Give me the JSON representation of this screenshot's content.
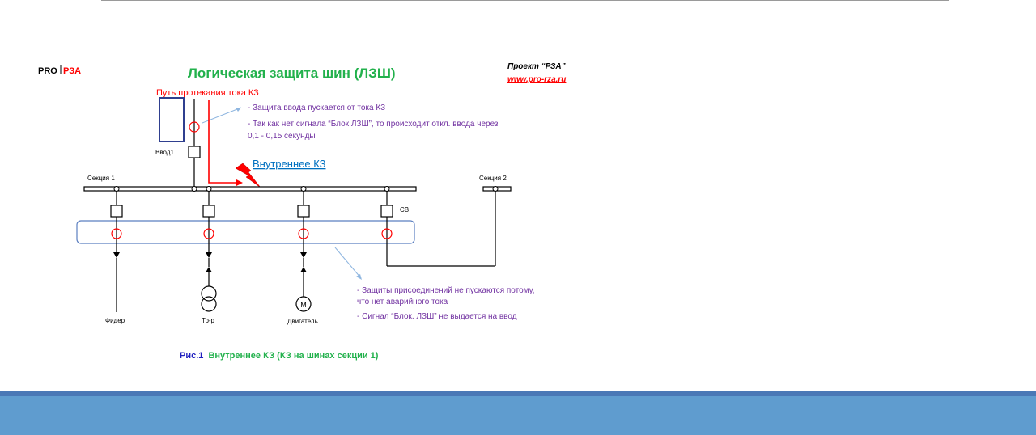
{
  "logo": {
    "pro": "PRO",
    "rza": "РЗА"
  },
  "title": "Логическая защита шин (ЛЗШ)",
  "project": {
    "name": "Проект “РЗА”",
    "url": "www.pro-rza.ru"
  },
  "fault_path_label": "Путь протекания тока КЗ",
  "notes_input": [
    "- Защита ввода пускается от тока КЗ",
    "- Так как нет сигнала “Блок ЛЗШ”, то происходит откл. ввода через",
    "0,1 - 0,15 секунды"
  ],
  "internal_fault_label": "Внутреннее КЗ",
  "labels": {
    "input": "Ввод1",
    "section1": "Секция 1",
    "section2": "Секция 2",
    "tie": "СВ",
    "feeder": "Фидер",
    "transformer": "Тр-р",
    "motor": "Двигатель",
    "motor_symbol": "M"
  },
  "notes_feeders": [
    "- Защиты присоединений не пускаются потому,",
    "что нет аварийного тока",
    "- Сигнал “Блок. ЛЗШ” не выдается на ввод"
  ],
  "caption": {
    "number": "Рис.1",
    "text": "Внутреннее КЗ (КЗ на шинах секции 1)"
  },
  "colors": {
    "title": "#22b14c",
    "red": "#ff0000",
    "purple": "#7030a0",
    "link_blue": "#0070c0",
    "caption_blue": "#1f1fbf",
    "box_border": "#5b7fc0",
    "line": "#000000",
    "footer": "#5f9ccf"
  }
}
